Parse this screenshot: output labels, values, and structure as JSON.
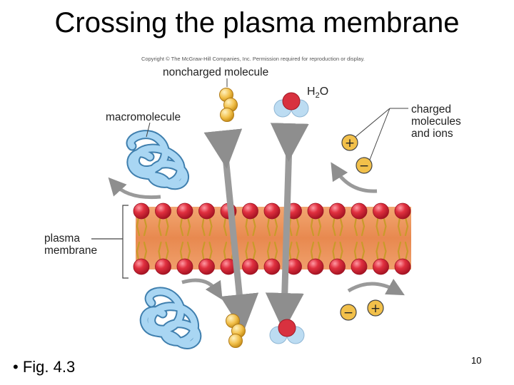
{
  "slide": {
    "title": "Crossing the plasma membrane",
    "bullet": "Fig. 4.3",
    "page_number": "10"
  },
  "figure": {
    "copyright": "Copyright © The McGraw-Hill Companies, Inc. Permission required for reproduction or display.",
    "labels": {
      "noncharged_molecule": "noncharged molecule",
      "macromolecule": "macromolecule",
      "water_h": "H",
      "water_sub": "2",
      "water_o": "O",
      "charged_line1": "charged",
      "charged_line2": "molecules",
      "charged_line3": "and ions",
      "plasma_line1": "plasma",
      "plasma_line2": "membrane"
    },
    "ion_signs": {
      "positive": "+",
      "negative": "−"
    },
    "colors": {
      "membrane": "#e9915a",
      "phospholipid_head": "#d82a3c",
      "lipid_tail": "#c99a2a",
      "macromolecule": "#8ec6ec",
      "small_molecule": "#f2c04a",
      "water_oxygen": "#d8313f",
      "water_hydrogen": "#bcdcf2",
      "transport_arrow": "#9a9a9a"
    }
  }
}
